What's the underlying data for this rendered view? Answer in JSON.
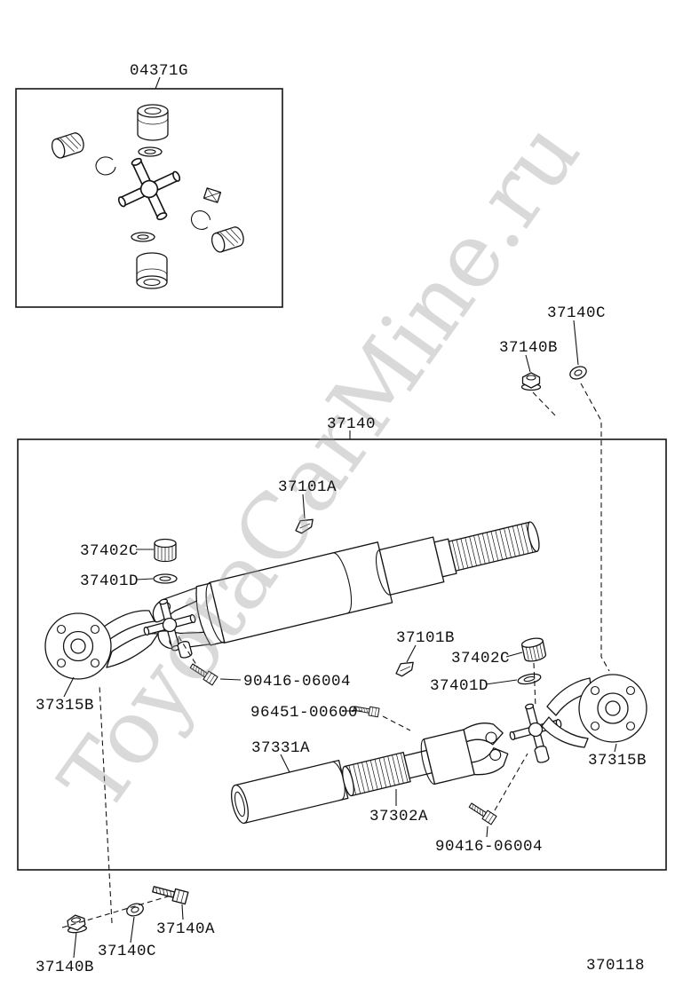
{
  "diagram": {
    "watermark": "ToyotaCarMine.ru",
    "page_code": "370118",
    "colors": {
      "ink": "#141414",
      "watermark_gray": "#9e9e9e",
      "background": "#ffffff"
    },
    "callouts": {
      "kit": "04371G",
      "assembly": "37140",
      "n37140A": "37140A",
      "n37140B": "37140B",
      "n37140C": "37140C",
      "n37101A": "37101A",
      "n37101B": "37101B",
      "n37402C": "37402C",
      "n37401D": "37401D",
      "n37315B": "37315B",
      "n37331A": "37331A",
      "n37302A": "37302A",
      "bolt90416": "90416-06004",
      "bolt96451": "96451-00600"
    }
  }
}
